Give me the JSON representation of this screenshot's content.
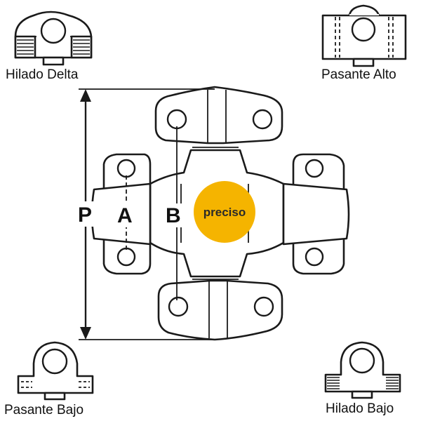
{
  "labels": {
    "top_left": "Hilado Delta",
    "top_right": "Pasante Alto",
    "bottom_left": "Pasante Bajo",
    "bottom_right": "Hilado Bajo"
  },
  "dimensions": {
    "p": "P",
    "a": "A",
    "b": "B"
  },
  "logo": {
    "text": "preciso",
    "color": "#f5b400"
  }
}
